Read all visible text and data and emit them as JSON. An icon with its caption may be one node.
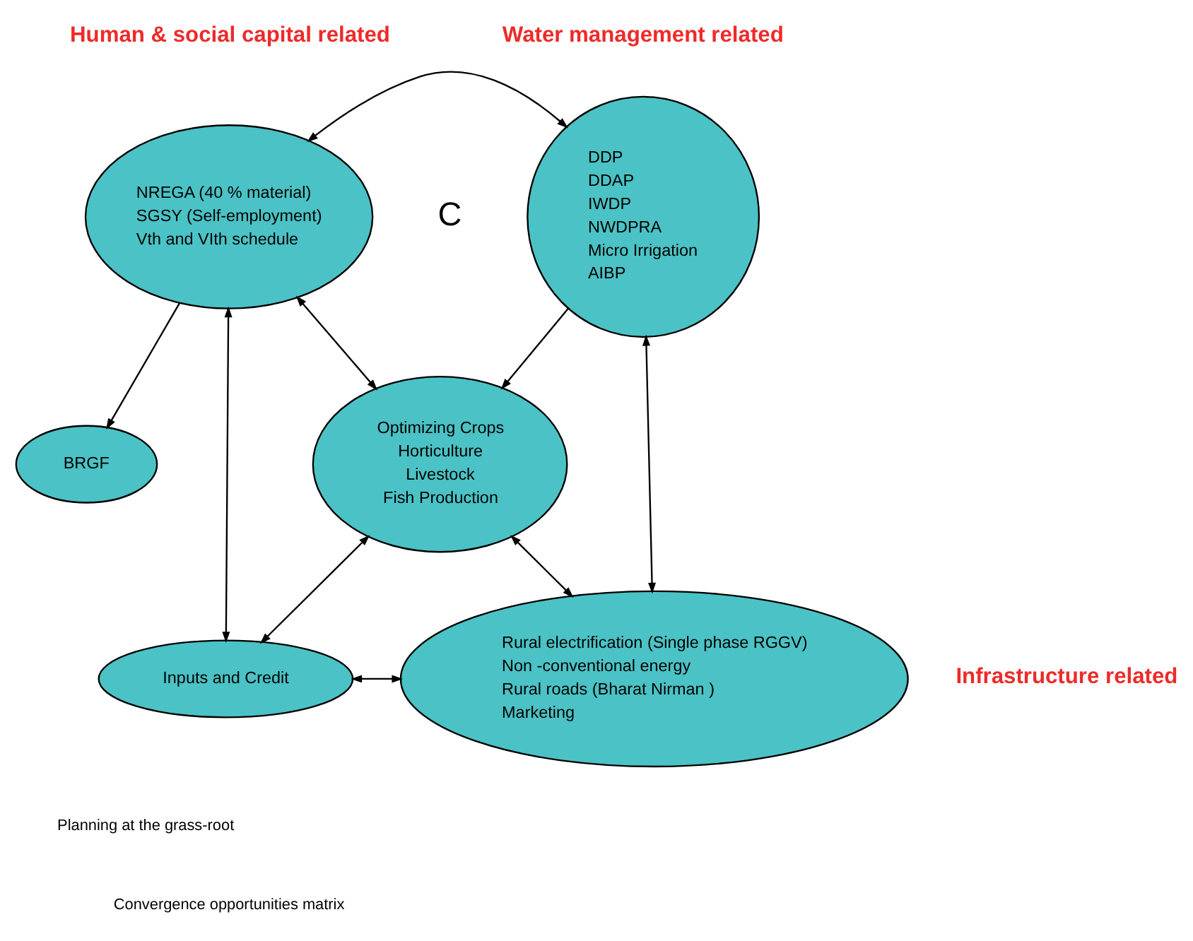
{
  "diagram": {
    "nodes": [
      {
        "text": [
          "NREGA (40 % material)",
          "SGSY (Self-employment)",
          "Vth and VIth schedule"
        ],
        "beside": [
          "Human & social capital related"
        ]
      },
      {
        "text": [
          "DDP",
          "DDAP",
          "IWDP",
          "NWDPRA",
          "Micro Irrigation",
          "AIBP"
        ],
        "beside": [
          "Water management related"
        ]
      },
      {
        "text": [
          "Optimizing Crops",
          "Horticulture",
          "Livestock",
          "Fish Production"
        ]
      },
      {
        "text": [
          "BRGF"
        ]
      },
      {
        "text": [
          "Inputs and Credit"
        ]
      },
      {
        "text": [
          "Rural electrification (Single phase RGGV)",
          "Non -conventional energy",
          "Rural roads (Bharat Nirman )",
          "Marketing"
        ],
        "beside": [
          "Infrastructure related"
        ]
      }
    ],
    "edges": [
      {
        "from": 0,
        "to": 1,
        "arrow": "both"
      },
      {
        "from": 1,
        "to": 2,
        "arrow": "to"
      },
      {
        "from": 0,
        "to": 2,
        "arrow": "both"
      },
      {
        "from": 0,
        "to": 3,
        "arrow": "to"
      },
      {
        "from": 2,
        "to": 4,
        "arrow": "both"
      },
      {
        "from": 2,
        "to": 5,
        "arrow": "both"
      },
      {
        "from": 4,
        "to": 5,
        "arrow": "both"
      },
      {
        "from": 0,
        "to": 4,
        "arrow": "both"
      },
      {
        "from": 1,
        "to": 5,
        "arrow": "both"
      }
    ],
    "labels": [
      "C",
      "Planning at the grass-root",
      "Convergence opportunities matrix"
    ]
  }
}
